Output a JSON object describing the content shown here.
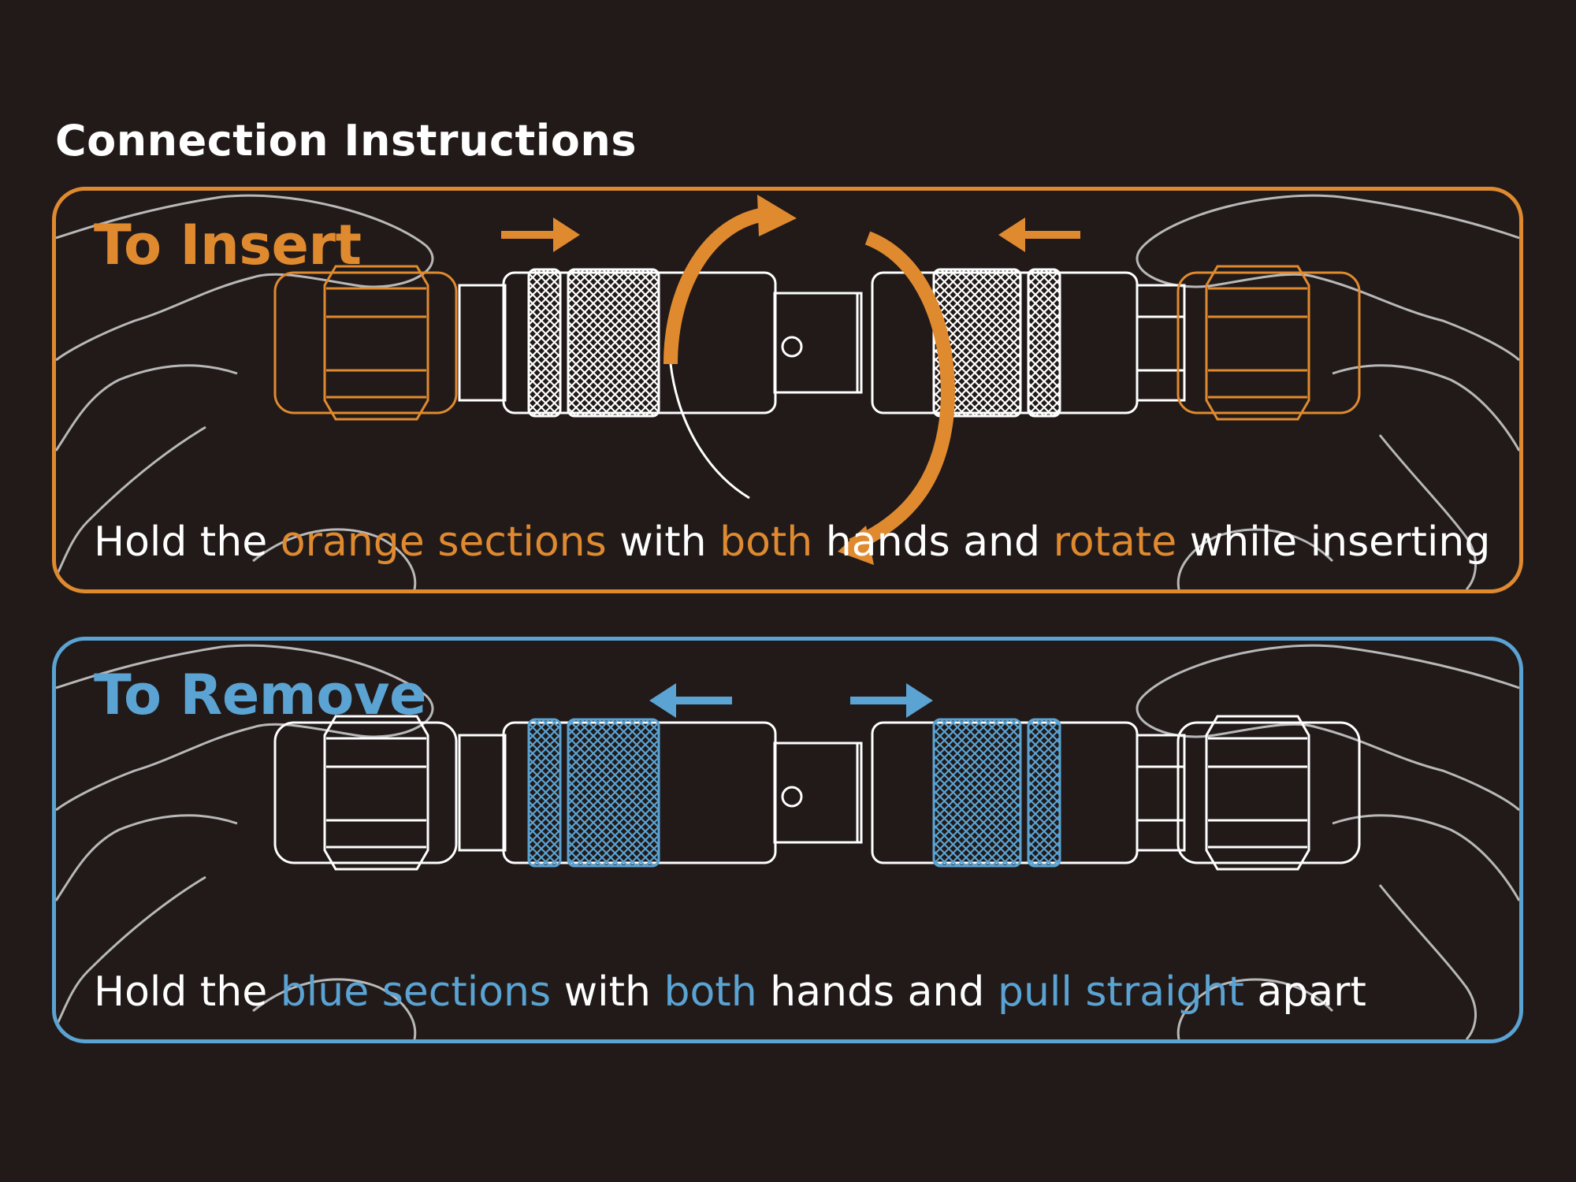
{
  "page_title": "Connection Instructions",
  "colors": {
    "background": "#211a19",
    "insert_accent": "#e08a30",
    "remove_accent": "#5aa3d3",
    "outline": "#ffffff",
    "hand_outline": "#b8b8b8"
  },
  "insert_panel": {
    "heading": "To Insert",
    "instruction": {
      "t1": "Hold the ",
      "h1": "orange sections",
      "t2": " with ",
      "h2": "both",
      "t3": " hands and ",
      "h3": "rotate",
      "t4": " while inserting"
    },
    "icons": [
      "arrow-right-icon",
      "arrow-left-icon",
      "rotate-arrow-icon"
    ]
  },
  "remove_panel": {
    "heading": "To Remove",
    "instruction": {
      "t1": "Hold the ",
      "h1": "blue sections",
      "t2": " with ",
      "h2": "both",
      "t3": " hands and ",
      "h3": "pull straight",
      "t4": " apart"
    },
    "icons": [
      "arrow-left-icon",
      "arrow-right-icon"
    ]
  }
}
